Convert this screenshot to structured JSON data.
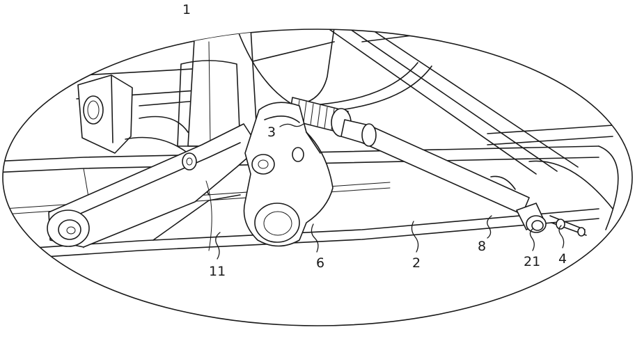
{
  "labels": {
    "part_1": "1",
    "part_2": "2",
    "part_3": "3",
    "part_4": "4",
    "part_6": "6",
    "part_8": "8",
    "part_11": "11",
    "part_21": "21"
  }
}
